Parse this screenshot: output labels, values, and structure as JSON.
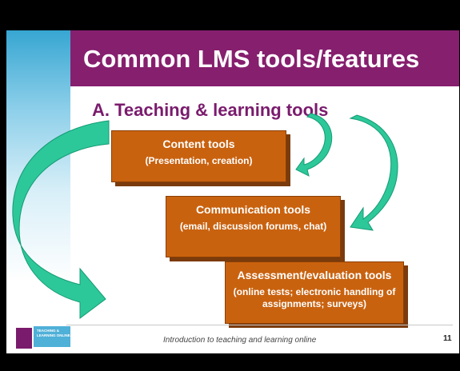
{
  "slide": {
    "title": "Common LMS tools/features",
    "subtitle": "A. Teaching & learning tools"
  },
  "boxes": [
    {
      "heading": "Content tools",
      "detail": "(Presentation, creation)"
    },
    {
      "heading": "Communication tools",
      "detail": "(email, discussion forums, chat)"
    },
    {
      "heading": "Assessment/evaluation tools",
      "detail": "(online tests; electronic handling of assignments; surveys)"
    }
  ],
  "footer": {
    "text": "Introduction to teaching and learning online",
    "page_number": "11",
    "logo_text": "TEACHING & LEARNING ONLINE"
  },
  "colors": {
    "title_bar": "#861f6e",
    "subtitle": "#7a1b6d",
    "box_fill": "#c9620f",
    "arrow_fill": "#2dc89a",
    "left_band": "#37a6d2"
  },
  "icons": [
    "curved-arrow-left",
    "curved-arrow-small",
    "curved-arrow-right",
    "logo"
  ]
}
